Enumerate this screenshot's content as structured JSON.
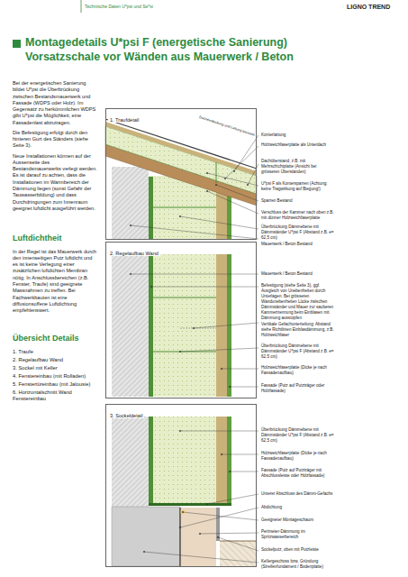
{
  "diagram": {
    "title": "Montagedetails U*psi F (energetische Sanierung) Vorsatzschale vor Wänden aus Mauerwerk / Beton",
    "nodes": [
      {
        "text": [
          "1. Traufdetail"
        ]
      },
      {
        "text": [
          "2. Regelaufbau Wand"
        ]
      },
      {
        "text": [
          "3. Sockeldetail"
        ]
      }
    ],
    "labels": [
      "Technische Daten U*psi und Se*si",
      "LIGNO TREND",
      "Bei der energetischen Sanierung bildet U*psi die Überbrückung zwischen Bestandsmauerwerk und Fassade (WDPS oder Holz). Im Gegensatz zu herkömmlichen WDPS gibt U*psi die Möglichkeit, eine Fassadenlast abzutragen.",
      "Die Befestigung erfolgt durch den hinteren Gurt des Ständers (siehe Seite 3).",
      "Neue Installationen können auf der Aussenseite des Bestandsmauerwerks verlegt werden. Es ist darauf zu achten, dass die Installationen im Warmbereich der Dämmung liegen (sonst Gefahr der Tauwasserbildung) und dass Durchdringungen zum Innenraum geeignet luftdicht ausgeführt werden.",
      "Luftdichtheit",
      "In der Regel ist das Mauerwerk durch den innenseitigen Putz luftdicht und es ist keine Verlegung einer zusätzlichen luftdichten Membran nötig. In Anschlussbereichen (z.B. Fenster, Traufe) sind geeignete Massnahmen zu treffen. Bei Fachwerkbauten ist eine diffusionsoffene Luftdichtung empfehlenswert.",
      "Übersicht Details",
      "1. Traufe",
      "2. Regelaufbau Wand",
      "3. Sockel mit Keller",
      "4. Fenstereinbau (mit Rolladen)",
      "5. Fenstertüreinbau (mit Jalousie)",
      "6. Horizontalschnitt Wand Fenstereinbau",
      "Dacheindeckung und Lattung bauseits",
      "Konterlattung",
      "Holzweichfaserplatte als Unterdach",
      "Dachüberstand, z.B. mit Mehrschichtplatte (Ansicht bei grösseren Überständen)",
      "U*psi F als Kontersparren (Achtung: keine Tragwirkung auf Biegung!)",
      "Sparren Bestand",
      "Verschluss der Kammer nach oben z.B. mit dünner Holzweichfaserplatte",
      "Überbrückung Dämmebene mit Dämmständer U*psi F (Abstand z.B. e= 62,5 cm)",
      "Mauerwerk / Beton Bestand",
      "Mauerwerk / Beton Bestand",
      "Befestigung (siehe Seite 3), ggf. Ausgleich von Unebenheiten durch Unterlagen. Bei grösseren Wandunebenheiten Lücke zwischen Dämmständer und Mauer zur sauberen Kammertrennung beim Einblasen mit Dämmung ausstopfen",
      "Vertikale Gefachunterteilung: Abstand siehe Richtlinien Einblasdämmung, z.B. Holzweichfaser",
      "Überbrückung Dämmebene mit Dämmständer U*psi F (Abstand z.B. e= 62,5 cm)",
      "Holzweichfaserplatte (Dicke je nach Fassadenaufbau)",
      "Fassade (Putz auf Putzträger oder Holzfassade)",
      "Überbrückung Dämmebene mit Dämmständer U*psi F (Abstand z.B. e= 62,5 cm)",
      "Holzweichfaserplatte (Dicke je nach Fassadenaufbau)",
      "Fassade (Putz auf Putzträger mit Abschlussleiste oder Holzfassade)",
      "Unterer Abschluss des Dämm-Gefachs",
      "Abdichtung",
      "Geeigneter Montageschaum",
      "Perimeter-Dämmung im Spritzwasserbereich",
      "Sockelputz, oben mit Putzleiste",
      "Kellergeschoss bzw. Gründung (Streifenfundament / Bodenplatte)"
    ]
  }
}
